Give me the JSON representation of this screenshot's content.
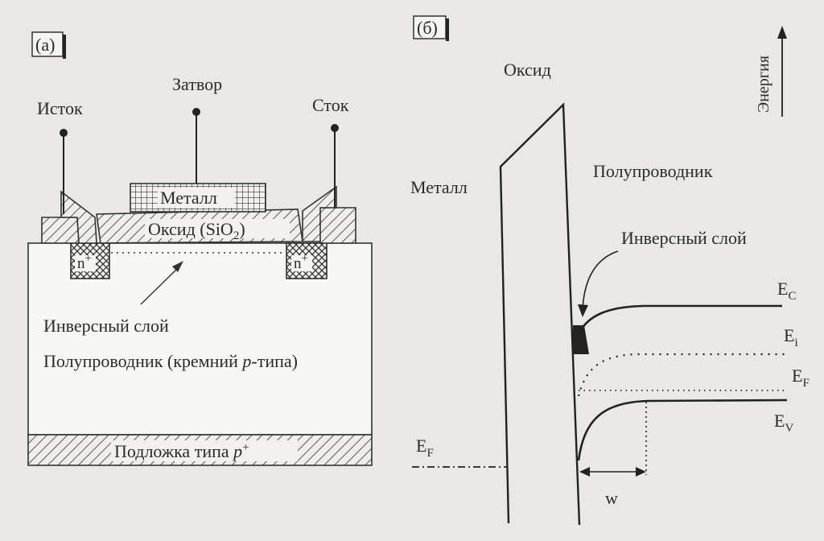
{
  "panel_a": {
    "label": "(а)",
    "source": "Исток",
    "gate": "Затвор",
    "drain": "Сток",
    "metal": "Металл",
    "oxide_main": "Оксид (SiO",
    "oxide_sub": "2",
    "oxide_close": ")",
    "n_region": "n",
    "n_region_sup": "+",
    "inversion": "Инверсный слой",
    "semiconductor_main": "Полупроводник (кремний ",
    "semiconductor_p": "p",
    "semiconductor_tail": "-типа)",
    "substrate_main": "Подложка типа ",
    "substrate_p": "p",
    "substrate_sup": "+"
  },
  "panel_b": {
    "label": "(б)",
    "oxide": "Оксид",
    "metal": "Металл",
    "semiconductor": "Полупроводник",
    "inversion": "Инверсный слой",
    "energy": "Энергия",
    "ec_main": "E",
    "ec_sub": "C",
    "ei_main": "E",
    "ei_sub": "i",
    "ef_main": "E",
    "ef_sub": "F",
    "ev_main": "E",
    "ev_sub": "V",
    "ef_metal_main": "E",
    "ef_metal_sub": "F",
    "w": "w"
  },
  "colors": {
    "ink": "#222222",
    "paper": "#e9e8e5",
    "white": "#f7f7f5"
  }
}
